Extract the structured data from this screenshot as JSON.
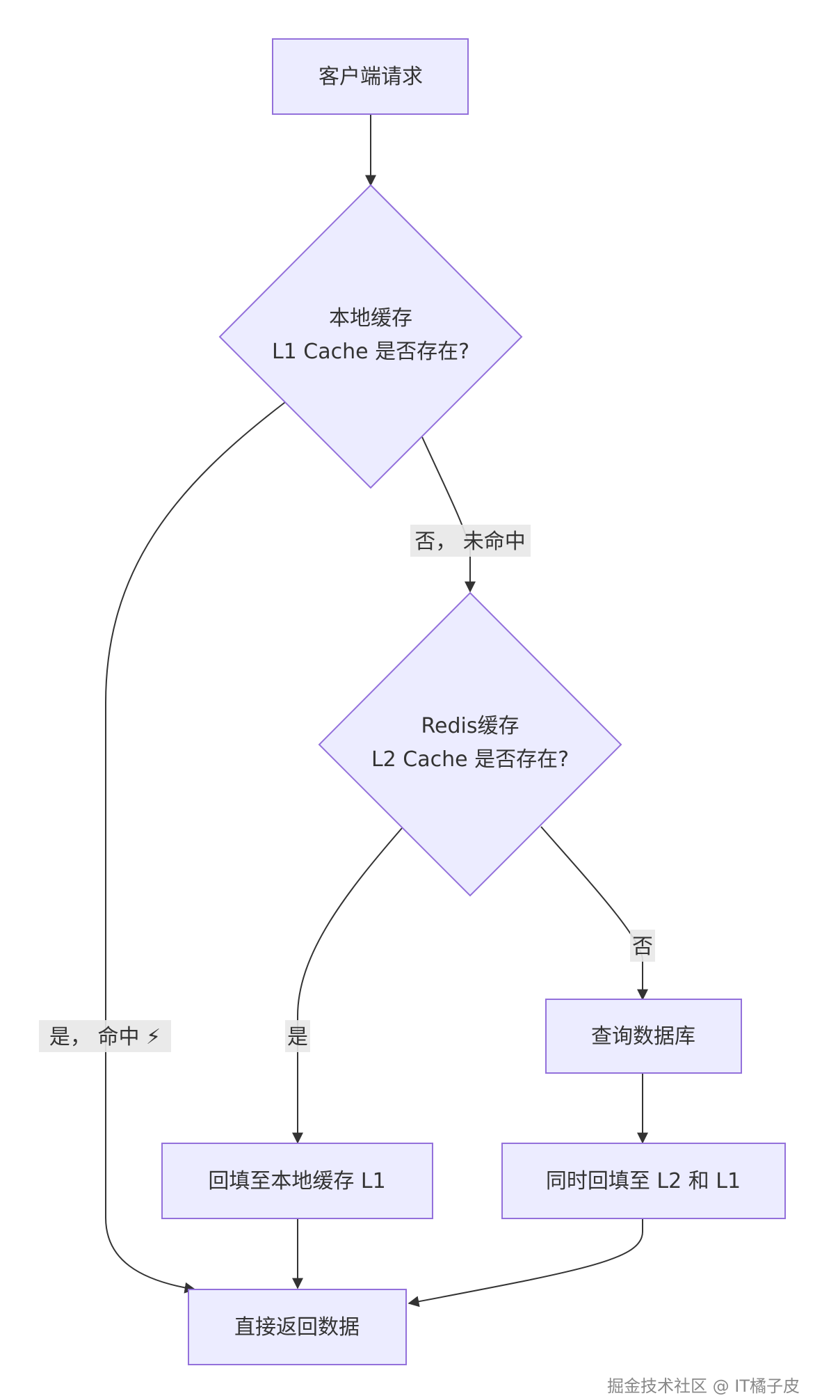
{
  "nodes": {
    "client_request": "客户端请求",
    "l1_check": {
      "line1": "本地缓存",
      "line2": "L1 Cache 是否存在?"
    },
    "l2_check": {
      "line1": "Redis缓存",
      "line2": "L2 Cache 是否存在?"
    },
    "query_db": "查询数据库",
    "backfill_l1": "回填至本地缓存 L1",
    "backfill_l2_l1": "同时回填至 L2 和 L1",
    "return_data": "直接返回数据"
  },
  "edge_labels": {
    "l1_miss": "否， 未命中",
    "l1_hit": "是， 命中 ⚡",
    "l2_hit": "是",
    "l2_miss": "否"
  },
  "watermark": "掘金技术社区 @ IT橘子皮",
  "colors": {
    "node_fill": "#ECECFF",
    "node_stroke": "#9370DB",
    "edge": "#333333",
    "label_bg": "#E8E8E8",
    "text": "#333333"
  }
}
